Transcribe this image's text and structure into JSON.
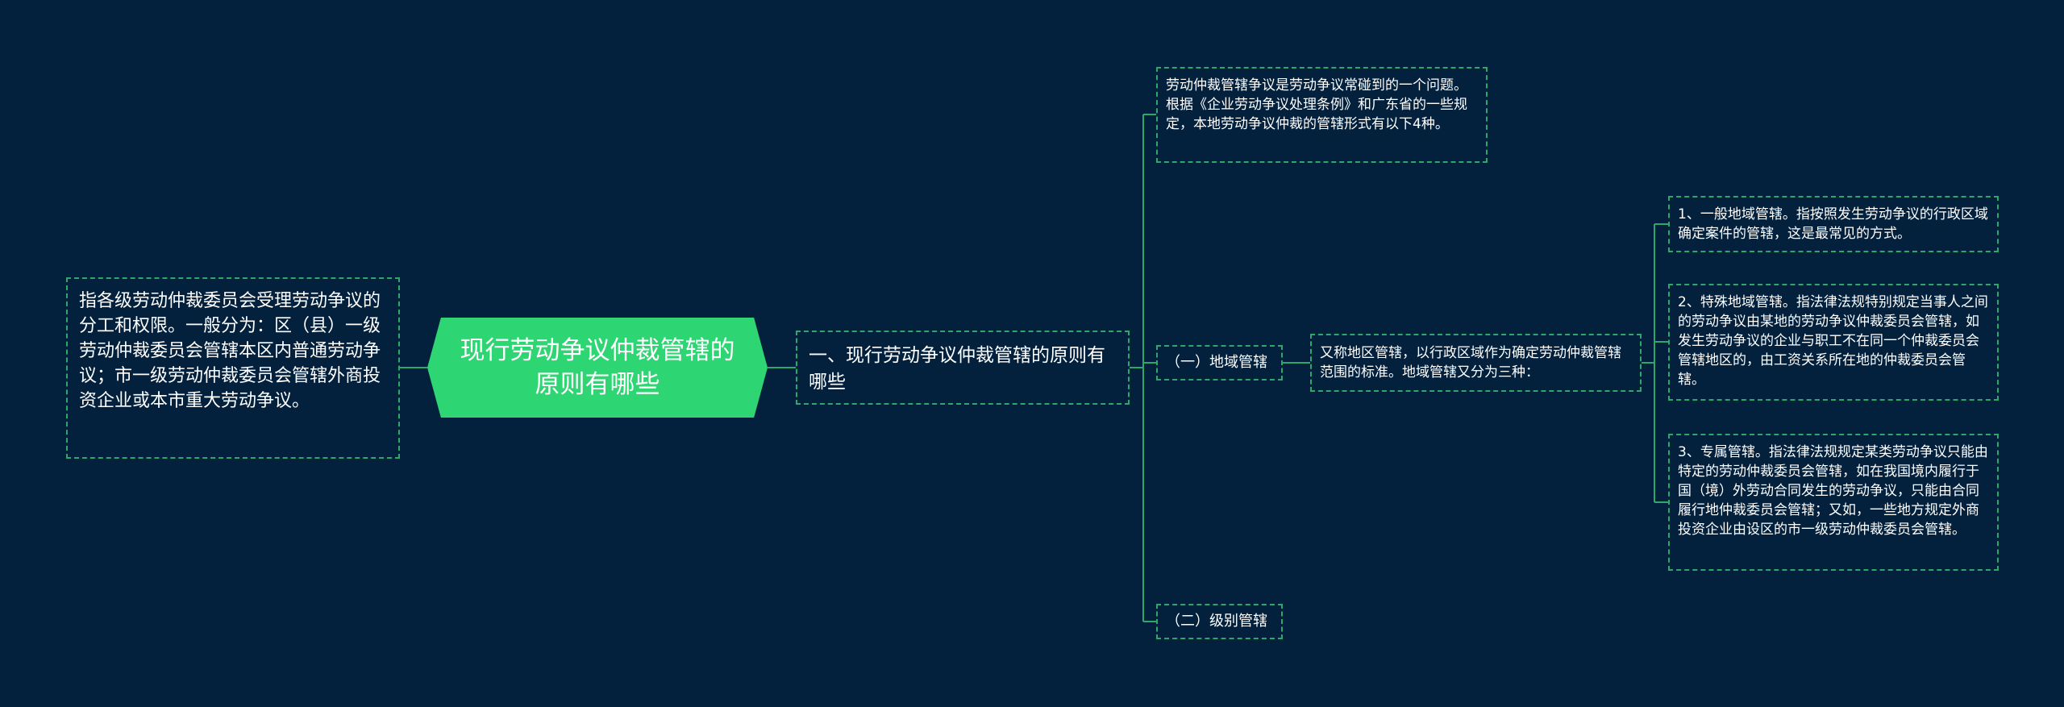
{
  "root": {
    "title": "现行劳动争议仲裁管辖的原则有哪些"
  },
  "left_note": {
    "text": "指各级劳动仲裁委员会受理劳动争议的分工和权限。一般分为：区（县）一级劳动仲裁委员会管辖本区内普通劳动争议；市一级劳动仲裁委员会管辖外商投资企业或本市重大劳动争议。"
  },
  "section_one": {
    "title": "一、现行劳动争议仲裁管辖的原则有哪些"
  },
  "intro": {
    "text": "劳动仲裁管辖争议是劳动争议常碰到的一个问题。根据《企业劳动争议处理条例》和广东省的一些规定，本地劳动争议仲裁的管辖形式有以下4种。"
  },
  "area_jurisdiction": {
    "label": "（一）地域管辖",
    "description": "又称地区管辖，以行政区域作为确定劳动仲裁管辖范围的标准。地域管辖又分为三种：",
    "types": [
      {
        "text": "1、一般地域管辖。指按照发生劳动争议的行政区域确定案件的管辖，这是最常见的方式。"
      },
      {
        "text": "2、特殊地域管辖。指法律法规特别规定当事人之间的劳动争议由某地的劳动争议仲裁委员会管辖，如发生劳动争议的企业与职工不在同一个仲裁委员会管辖地区的，由工资关系所在地的仲裁委员会管辖。"
      },
      {
        "text": "3、专属管辖。指法律法规规定某类劳动争议只能由特定的劳动仲裁委员会管辖，如在我国境内履行于国（境）外劳动合同发生的劳动争议，只能由合同履行地仲裁委员会管辖；又如，一些地方规定外商投资企业由设区的市一级劳动仲裁委员会管辖。"
      }
    ]
  },
  "level_jurisdiction": {
    "label": "（二）级别管辖"
  },
  "colors": {
    "background": "#03213d",
    "root_fill": "#2ed573",
    "connector": "#2ea86a",
    "text": "#ffffff"
  }
}
